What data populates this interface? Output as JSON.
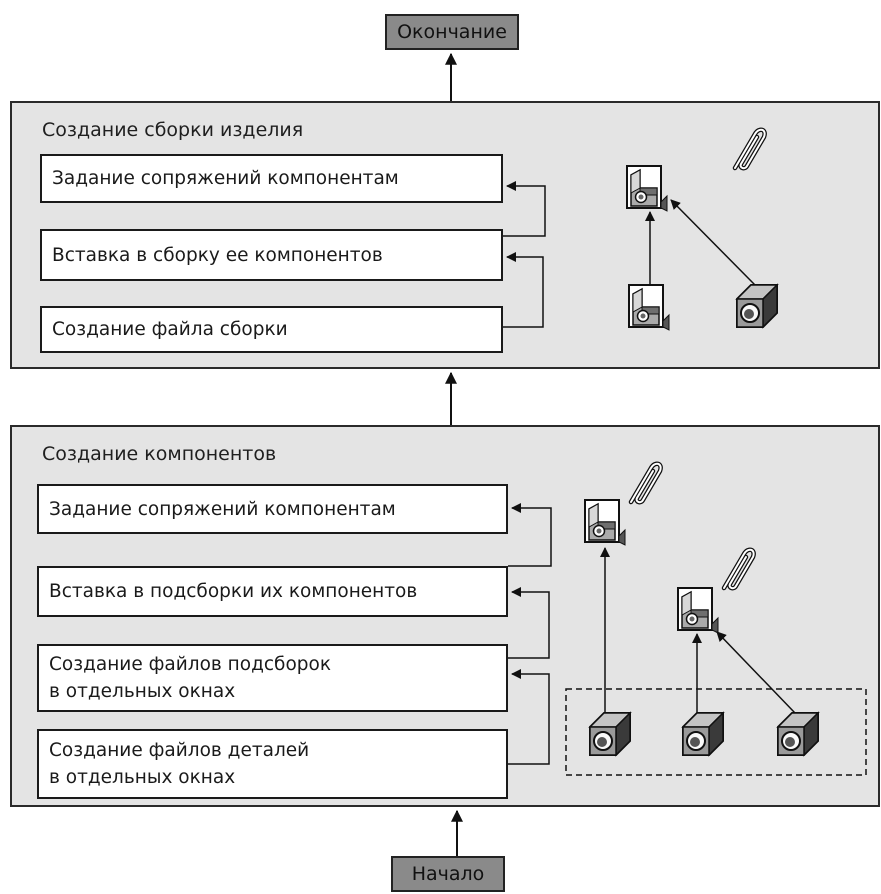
{
  "end_label": "Окончание",
  "start_label": "Начало",
  "assembly": {
    "title": "Создание сборки изделия",
    "steps": [
      "Задание сопряжений компонентам",
      "Вставка в сборку ее компонентов",
      "Создание файла сборки"
    ]
  },
  "components": {
    "title": "Создание компонентов",
    "steps": [
      "Задание сопряжений компонентам",
      "Вставка в подсборки их компонентов",
      "Создание файлов подсборок\nв отдельных окнах",
      "Создание файлов деталей\nв отдельных окнах"
    ]
  },
  "icons": {
    "assembly_icon": "assembly-icon",
    "part_icon": "part-icon",
    "mate_icon": "paperclip-icon"
  },
  "colors": {
    "panel_fill": "#e4e4e4",
    "terminal_fill": "#8a8a8a"
  }
}
